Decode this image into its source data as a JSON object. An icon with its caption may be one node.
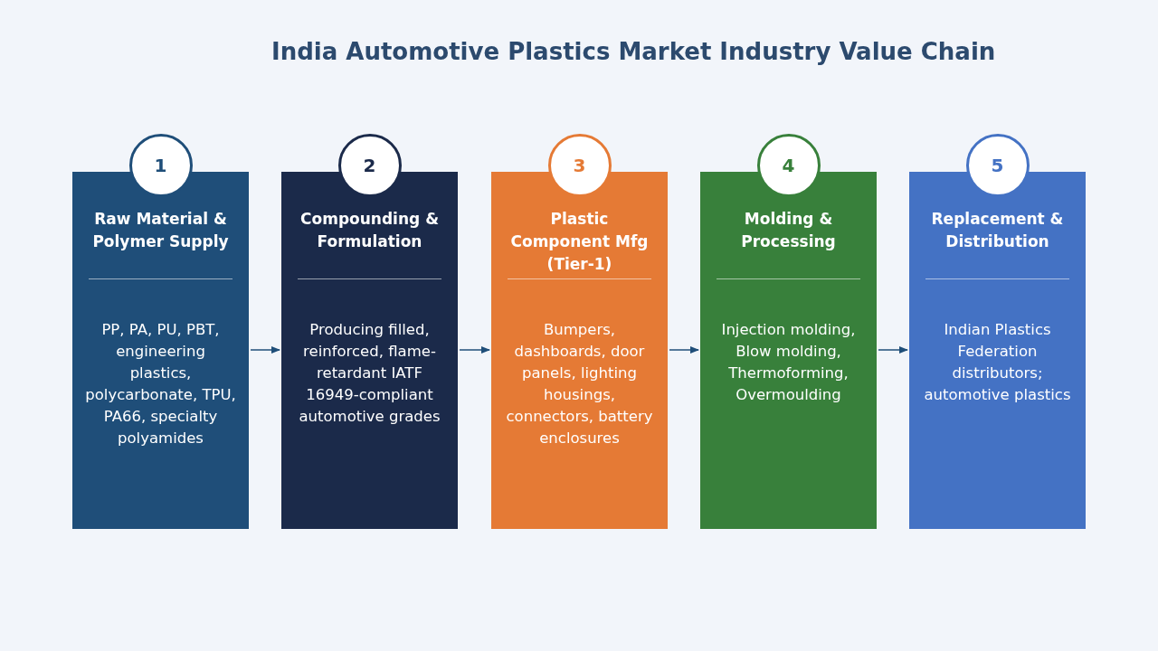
{
  "diagram": {
    "title": "India Automotive Plastics Market Industry Value Chain",
    "nodes": [
      {
        "text": [
          "1"
        ]
      },
      {
        "text": [
          "Raw Material & Polymer Supply",
          "PP, PA, PU, PBT, engineering plastics, polycarbonate, TPU, PA66, specialty polyamides"
        ]
      },
      {
        "text": [
          "2"
        ]
      },
      {
        "text": [
          "Compounding & Formulation",
          "Producing filled, reinforced, flame-retardant IATF 16949-compliant automotive grades"
        ]
      },
      {
        "text": [
          "3"
        ]
      },
      {
        "text": [
          "Plastic Component Mfg (Tier-1)",
          "Bumpers, dashboards, door panels, lighting housings, connectors, battery enclosures"
        ]
      },
      {
        "text": [
          "4"
        ]
      },
      {
        "text": [
          "Molding & Processing",
          "Injection molding, Blow molding, Thermoforming, Overmoulding"
        ]
      },
      {
        "text": [
          "5"
        ]
      },
      {
        "text": [
          "Replacement & Distribution",
          "Indian Plastics Federation distributors; automotive plastics"
        ]
      }
    ],
    "edges": [
      {
        "from": 1,
        "to": 3,
        "arrow": "to"
      },
      {
        "from": 3,
        "to": 5,
        "arrow": "to"
      },
      {
        "from": 5,
        "to": 7,
        "arrow": "to"
      },
      {
        "from": 7,
        "to": 9,
        "arrow": "to"
      }
    ]
  }
}
